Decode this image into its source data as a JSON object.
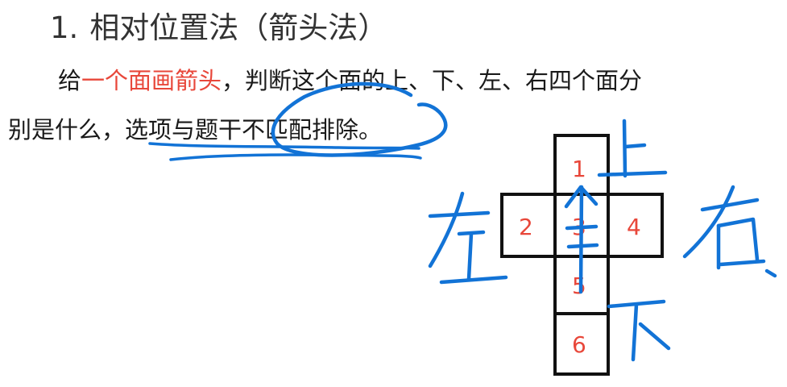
{
  "heading": {
    "number": "1.",
    "title": "相对位置法（箭头法）"
  },
  "paragraph": {
    "line1_intro": "给",
    "line1_highlight": "一个面画箭头",
    "line1_rest": "，判断这个面的上、下、左、右四个面分",
    "line2": "别是什么，选项与题干不匹配排除。"
  },
  "cube_net": {
    "faces": [
      "1",
      "2",
      "3",
      "4",
      "5",
      "6"
    ]
  },
  "handwriting": {
    "top": "上",
    "bottom": "下",
    "left": "左",
    "right": "右"
  },
  "colors": {
    "face_number": "#e8473a",
    "highlight": "#e8473a",
    "pen_ink": "#1273d6",
    "grid_line": "#111111"
  }
}
